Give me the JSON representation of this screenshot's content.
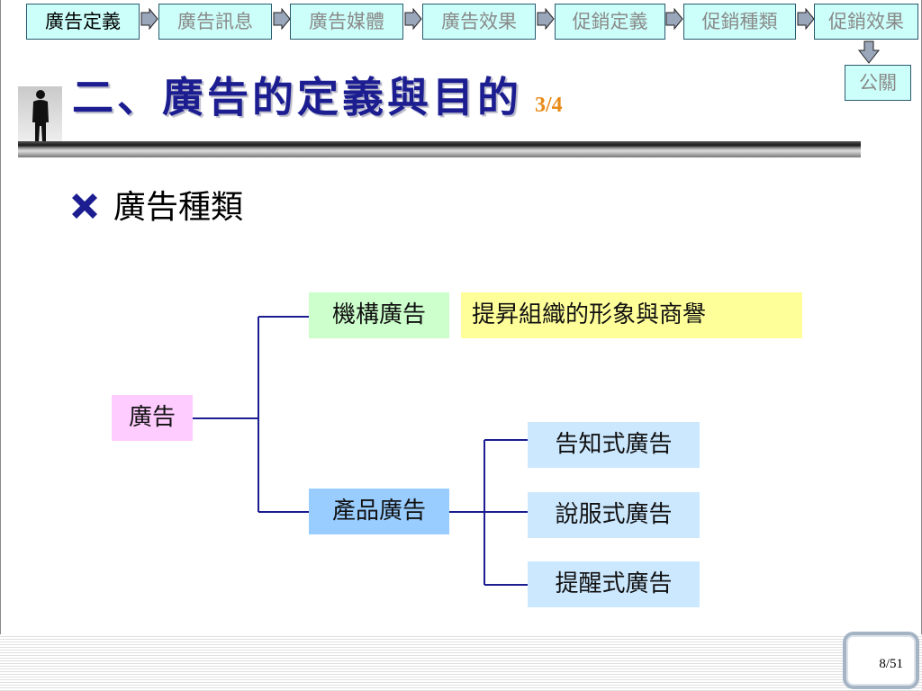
{
  "nav": {
    "tabs": [
      {
        "label": "廣告定義",
        "active": true
      },
      {
        "label": "廣告訊息",
        "active": false
      },
      {
        "label": "廣告媒體",
        "active": false
      },
      {
        "label": "廣告效果",
        "active": false
      },
      {
        "label": "促銷定義",
        "active": false
      },
      {
        "label": "促銷種類",
        "active": false
      },
      {
        "label": "促銷效果",
        "active": false
      }
    ],
    "extra_tab": {
      "label": "公關"
    }
  },
  "title": {
    "main": "二、廣告的定義與目的",
    "sub": "3/4"
  },
  "bullet": {
    "text": "廣告種類",
    "icon": "x-mark-icon"
  },
  "diagram": {
    "root": "廣告",
    "institutional": {
      "label": "機構廣告",
      "description": "提昇組織的形象與商譽"
    },
    "product": {
      "label": "產品廣告",
      "children": [
        "告知式廣告",
        "說服式廣告",
        "提醒式廣告"
      ]
    }
  },
  "footer": {
    "page_counter": "8/51"
  },
  "colors": {
    "nav_bg": "#ccfffa",
    "title": "#1b1d90",
    "subtitle": "#e88a18",
    "root_bg": "#ffccff",
    "institutional_bg": "#ccffcc",
    "description_bg": "#ffff99",
    "product_bg": "#99ccff",
    "child_bg": "#cce8ff",
    "connector": "#1b1d90"
  }
}
